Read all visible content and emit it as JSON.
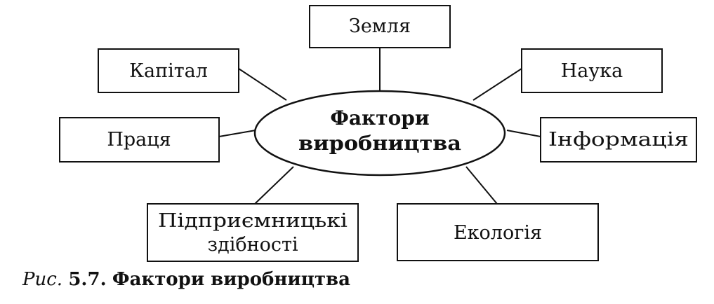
{
  "diagram": {
    "center": {
      "line1": "Фактори",
      "line2": "виробництва"
    },
    "nodes": {
      "zemlya": "Земля",
      "kapital": "Капітал",
      "nauka": "Наука",
      "pratsia": "Праця",
      "informatsiia": "Інформація",
      "pidpryiemnytski_line1": "Підприємницькі",
      "pidpryiemnytski_line2": "здібності",
      "ekolohiia": "Екологія"
    }
  },
  "caption": {
    "prefix": "Рис.",
    "number": "5.7.",
    "title": "Фактори виробництва"
  }
}
